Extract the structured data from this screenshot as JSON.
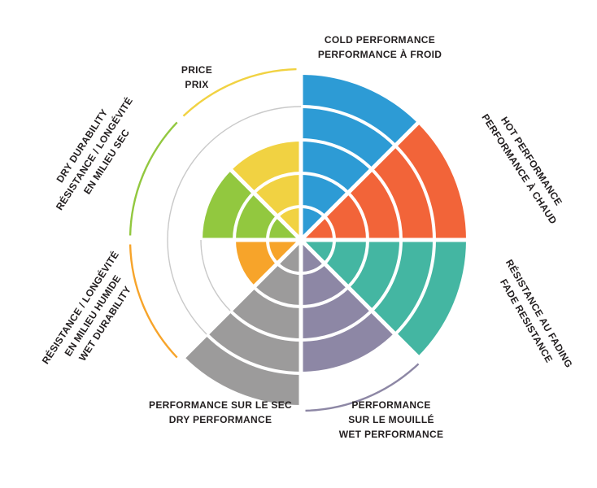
{
  "page": {
    "background": "#ffffff"
  },
  "chart_data": {
    "type": "pie",
    "variant": "polar-performance-wheel",
    "rings": 5,
    "ring_scale_max": 5,
    "grid_color": "#c9c9c9",
    "sector_gap_color": "#ffffff",
    "sectors": [
      {
        "name": "cold-performance",
        "value": 5,
        "color": "#2d9bd5",
        "label_lines": [
          "COLD PERFORMANCE",
          "PERFORMANCE À FROID"
        ]
      },
      {
        "name": "hot-performance",
        "value": 5,
        "color": "#f26439",
        "label_lines": [
          "HOT PERFORMANCE",
          "PERFORMANCE À CHAUD"
        ]
      },
      {
        "name": "fade-resistance",
        "value": 5,
        "color": "#44b6a2",
        "label_lines": [
          "RÉSISTANCE AU FADING",
          "FADE RESISTANCE"
        ]
      },
      {
        "name": "wet-performance",
        "value": 4,
        "color": "#8d87a5",
        "label_lines": [
          "PERFORMANCE",
          "SUR LE MOUILLÉ",
          "WET PERFORMANCE"
        ]
      },
      {
        "name": "dry-performance",
        "value": 5,
        "color": "#9c9b9b",
        "label_lines": [
          "PERFORMANCE SUR LE SEC",
          "DRY PERFORMANCE"
        ]
      },
      {
        "name": "wet-durability",
        "value": 2,
        "color": "#f7a42a",
        "label_lines": [
          "RÉSISTANCE / LONGÉVITÉ",
          "EN MILIEU HUMIDE",
          "WET DURABILITY"
        ]
      },
      {
        "name": "dry-durability",
        "value": 3,
        "color": "#92c83f",
        "label_lines": [
          "DRY DURABILITY",
          "RÉSISTANCE / LONGÉVITÉ",
          "EN MILIEU SEC"
        ]
      },
      {
        "name": "price",
        "value": 3,
        "color": "#f1d242",
        "label_lines": [
          "PRICE",
          "PRIX"
        ]
      }
    ]
  }
}
